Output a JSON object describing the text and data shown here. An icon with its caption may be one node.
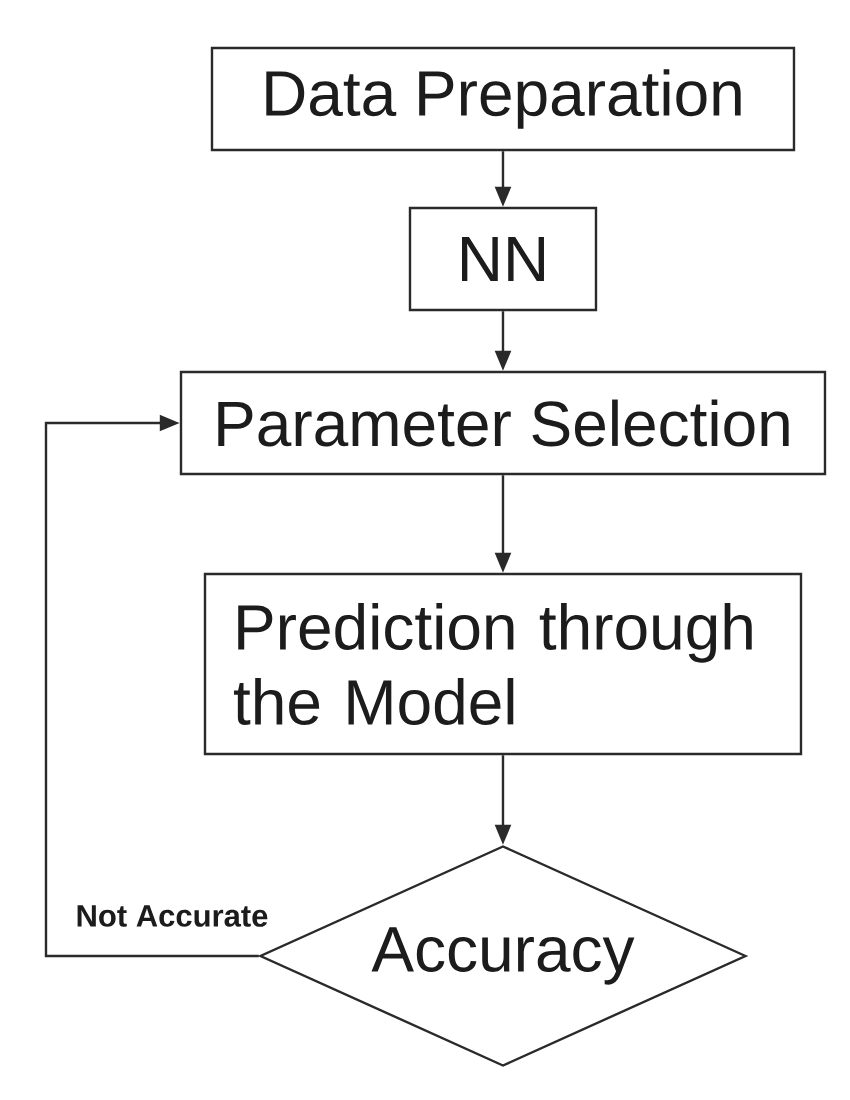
{
  "diagram": {
    "nodes": [
      {
        "text": [
          "Data Preparation"
        ]
      },
      {
        "text": [
          "NN"
        ]
      },
      {
        "text": [
          "Parameter Selection"
        ]
      },
      {
        "text": [
          "Prediction through the Model"
        ]
      },
      {
        "text": [
          "Accuracy"
        ]
      }
    ],
    "edges": [
      {
        "from": 0,
        "to": 1,
        "arrow": "to"
      },
      {
        "from": 1,
        "to": 2,
        "arrow": "to"
      },
      {
        "from": 2,
        "to": 3,
        "arrow": "to"
      },
      {
        "from": 3,
        "to": 4,
        "arrow": "to"
      },
      {
        "from": 4,
        "to": 2,
        "arrow": "to",
        "label": "Not Accurate"
      }
    ]
  }
}
